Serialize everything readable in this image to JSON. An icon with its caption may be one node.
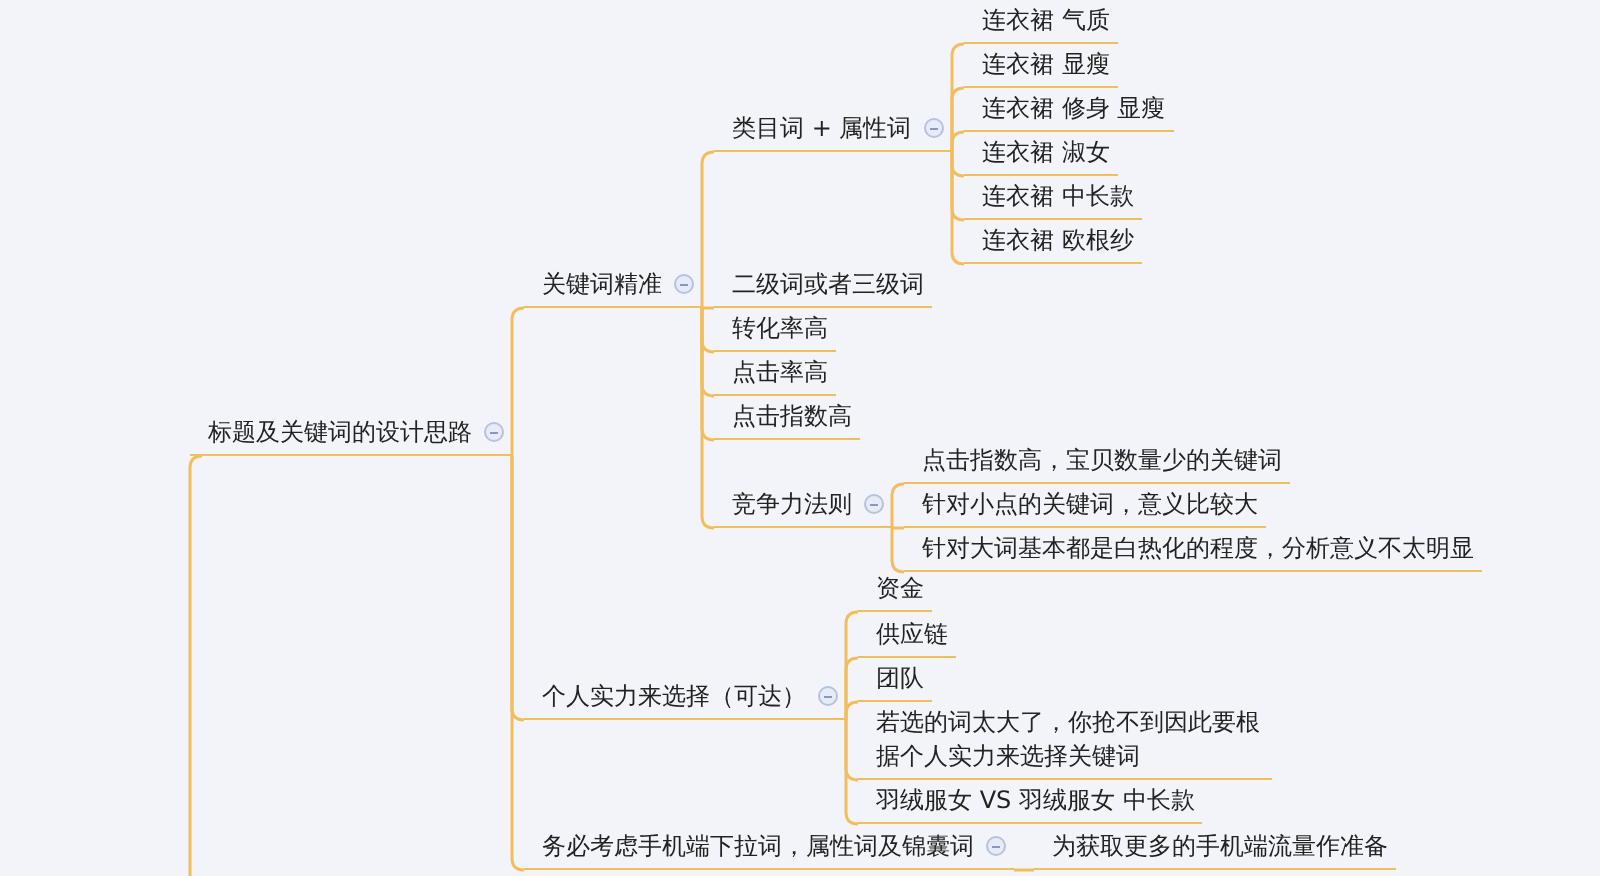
{
  "diagram": {
    "nodes": [
      {
        "text": [
          "标题及关键词的设计思路"
        ]
      },
      {
        "text": [
          "关键词精准"
        ]
      },
      {
        "text": [
          "类目词 + 属性词"
        ]
      },
      {
        "text": [
          "连衣裙 气质"
        ]
      },
      {
        "text": [
          "连衣裙 显瘦"
        ]
      },
      {
        "text": [
          "连衣裙 修身 显瘦"
        ]
      },
      {
        "text": [
          "连衣裙 淑女"
        ]
      },
      {
        "text": [
          "连衣裙 中长款"
        ]
      },
      {
        "text": [
          "连衣裙 欧根纱"
        ]
      },
      {
        "text": [
          "二级词或者三级词"
        ]
      },
      {
        "text": [
          "转化率高"
        ]
      },
      {
        "text": [
          "点击率高"
        ]
      },
      {
        "text": [
          "点击指数高"
        ]
      },
      {
        "text": [
          "竞争力法则"
        ]
      },
      {
        "text": [
          "点击指数高，宝贝数量少的关键词"
        ]
      },
      {
        "text": [
          "针对小点的关键词，意义比较大"
        ]
      },
      {
        "text": [
          "针对大词基本都是白热化的程度，分析意义不太明显"
        ]
      },
      {
        "text": [
          "个人实力来选择（可达）"
        ]
      },
      {
        "text": [
          "资金"
        ]
      },
      {
        "text": [
          "供应链"
        ]
      },
      {
        "text": [
          "团队"
        ]
      },
      {
        "text": [
          "若选的词太大了，你抢不到因此要根据个人实力来选择关键词"
        ]
      },
      {
        "text": [
          "羽绒服女 VS 羽绒服女 中长款"
        ]
      },
      {
        "text": [
          "务必考虑手机端下拉词，属性词及锦囊词"
        ]
      },
      {
        "text": [
          "为获取更多的手机端流量作准备"
        ]
      }
    ],
    "edges": [
      {
        "from": 0,
        "to": 1,
        "arrow": "none"
      },
      {
        "from": 1,
        "to": 2,
        "arrow": "none"
      },
      {
        "from": 2,
        "to": 3,
        "arrow": "none"
      },
      {
        "from": 2,
        "to": 4,
        "arrow": "none"
      },
      {
        "from": 2,
        "to": 5,
        "arrow": "none"
      },
      {
        "from": 2,
        "to": 6,
        "arrow": "none"
      },
      {
        "from": 2,
        "to": 7,
        "arrow": "none"
      },
      {
        "from": 2,
        "to": 8,
        "arrow": "none"
      },
      {
        "from": 1,
        "to": 9,
        "arrow": "none"
      },
      {
        "from": 1,
        "to": 10,
        "arrow": "none"
      },
      {
        "from": 1,
        "to": 11,
        "arrow": "none"
      },
      {
        "from": 1,
        "to": 12,
        "arrow": "none"
      },
      {
        "from": 1,
        "to": 13,
        "arrow": "none"
      },
      {
        "from": 13,
        "to": 14,
        "arrow": "none"
      },
      {
        "from": 13,
        "to": 15,
        "arrow": "none"
      },
      {
        "from": 13,
        "to": 16,
        "arrow": "none"
      },
      {
        "from": 0,
        "to": 17,
        "arrow": "none"
      },
      {
        "from": 17,
        "to": 18,
        "arrow": "none"
      },
      {
        "from": 17,
        "to": 19,
        "arrow": "none"
      },
      {
        "from": 17,
        "to": 20,
        "arrow": "none"
      },
      {
        "from": 17,
        "to": 21,
        "arrow": "none"
      },
      {
        "from": 17,
        "to": 22,
        "arrow": "none"
      },
      {
        "from": 0,
        "to": 23,
        "arrow": "none"
      },
      {
        "from": 23,
        "to": 24,
        "arrow": "none"
      }
    ]
  }
}
